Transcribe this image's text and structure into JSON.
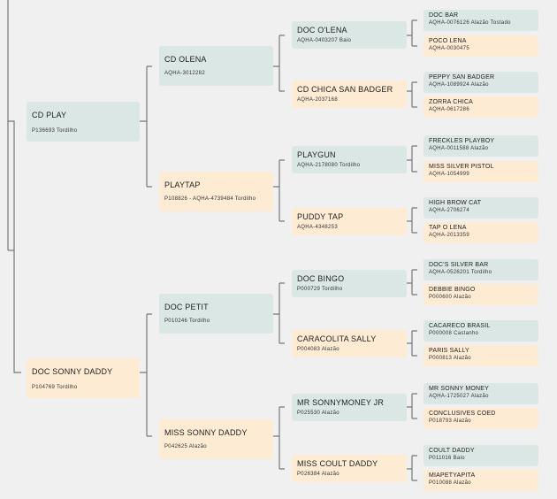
{
  "colors": {
    "sire_bg": "#dbe7e4",
    "dam_bg": "#fdebd4",
    "line": "#777777",
    "page_bg": "#f0f0f0"
  },
  "pedigree": {
    "g1": [
      {
        "name": "CD PLAY",
        "reg": "P136693 Tordilho"
      },
      {
        "name": "DOC SONNY DADDY",
        "reg": "P104769 Tordilho"
      }
    ],
    "g2": [
      {
        "name": "CD OLENA",
        "reg": "AQHA-3012282"
      },
      {
        "name": "PLAYTAP",
        "reg": "P108826 - AQHA-4739484 Tordilho"
      },
      {
        "name": "DOC PETIT",
        "reg": "P010246 Tordilho"
      },
      {
        "name": "MISS SONNY DADDY",
        "reg": "P042625 Alazão"
      }
    ],
    "g3": [
      {
        "name": "DOC O'LENA",
        "reg": "AQHA-0403207 Baio"
      },
      {
        "name": "CD CHICA SAN BADGER",
        "reg": "AQHA-2037168"
      },
      {
        "name": "PLAYGUN",
        "reg": "AQHA-2178080 Tordilho"
      },
      {
        "name": "PUDDY TAP",
        "reg": "AQHA-4348253"
      },
      {
        "name": "DOC BINGO",
        "reg": "P000729 Tordilho"
      },
      {
        "name": "CARACOLITA SALLY",
        "reg": "P004083 Alazão"
      },
      {
        "name": "MR SONNYMONEY JR",
        "reg": "P025530 Alazão"
      },
      {
        "name": "MISS COULT DADDY",
        "reg": "P026384 Alazão"
      }
    ],
    "g4": [
      {
        "name": "DOC BAR",
        "reg": "AQHA-0076126 Alazão Tostado"
      },
      {
        "name": "POCO LENA",
        "reg": "AQHA-0030475"
      },
      {
        "name": "PEPPY SAN BADGER",
        "reg": "AQHA-1089924 Alazão"
      },
      {
        "name": "ZORRA CHICA",
        "reg": "AQHA-0617286"
      },
      {
        "name": "FRECKLES PLAYBOY",
        "reg": "AQHA-0011588 Alazão"
      },
      {
        "name": "MISS SILVER PISTOL",
        "reg": "AQHA-1054999"
      },
      {
        "name": "HIGH BROW CAT",
        "reg": "AQHA-2706274"
      },
      {
        "name": "TAP O LENA",
        "reg": "AQHA-2013359"
      },
      {
        "name": "DOC'S SILVER BAR",
        "reg": "AQHA-0526201 Tordilho"
      },
      {
        "name": "DEBBIE BINGO",
        "reg": "P000600 Alazão"
      },
      {
        "name": "CACARECO BRASIL",
        "reg": "P000008 Castanho"
      },
      {
        "name": "PARIS SALLY",
        "reg": "P000813 Alazão"
      },
      {
        "name": "MR SONNY MONEY",
        "reg": "AQHA-1725027 Alazão"
      },
      {
        "name": "CONCLUSIVES COED",
        "reg": "P018793 Alazão"
      },
      {
        "name": "COULT DADDY",
        "reg": "P011016 Baio"
      },
      {
        "name": "MIAPETYAPITA",
        "reg": "P010088 Alazão"
      }
    ]
  }
}
